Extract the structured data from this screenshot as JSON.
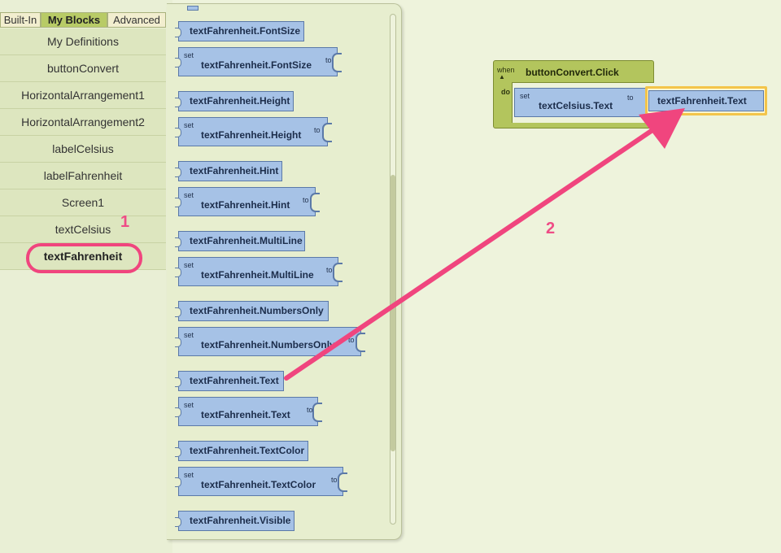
{
  "tabs": [
    "Built-In",
    "My Blocks",
    "Advanced"
  ],
  "drawers": [
    "My Definitions",
    "buttonConvert",
    "HorizontalArrangement1",
    "HorizontalArrangement2",
    "labelCelsius",
    "labelFahrenheit",
    "Screen1",
    "textCelsius",
    "textFahrenheit"
  ],
  "selected_drawer": "textFahrenheit",
  "block_labels": {
    "set": "set",
    "to": "to"
  },
  "flyout_blocks": [
    {
      "kind": "getter",
      "label": "textFahrenheit.FontSize"
    },
    {
      "kind": "setter",
      "label": "textFahrenheit.FontSize"
    },
    {
      "kind": "getter",
      "label": "textFahrenheit.Height"
    },
    {
      "kind": "setter",
      "label": "textFahrenheit.Height"
    },
    {
      "kind": "getter",
      "label": "textFahrenheit.Hint"
    },
    {
      "kind": "setter",
      "label": "textFahrenheit.Hint"
    },
    {
      "kind": "getter",
      "label": "textFahrenheit.MultiLine"
    },
    {
      "kind": "setter",
      "label": "textFahrenheit.MultiLine"
    },
    {
      "kind": "getter",
      "label": "textFahrenheit.NumbersOnly"
    },
    {
      "kind": "setter",
      "label": "textFahrenheit.NumbersOnly"
    },
    {
      "kind": "getter",
      "label": "textFahrenheit.Text"
    },
    {
      "kind": "setter",
      "label": "textFahrenheit.Text"
    },
    {
      "kind": "getter",
      "label": "textFahrenheit.TextColor"
    },
    {
      "kind": "setter",
      "label": "textFahrenheit.TextColor"
    },
    {
      "kind": "getter",
      "label": "textFahrenheit.Visible"
    }
  ],
  "workspace": {
    "event": {
      "when_label": "when",
      "do_label": "do",
      "title": "buttonConvert.Click"
    },
    "setter": {
      "set_label": "set",
      "name": "textCelsius.Text",
      "to_label": "to"
    },
    "getter": {
      "name": "textFahrenheit.Text"
    }
  },
  "callouts": {
    "step1": "1",
    "step2": "2"
  },
  "colors": {
    "accent": "#f0457e",
    "block_blue": "#a6c2e6",
    "event_green": "#b3c55d",
    "selection_yellow": "#f3c44a"
  },
  "icons": {
    "collapse_toggle": "triangle-up-icon"
  }
}
